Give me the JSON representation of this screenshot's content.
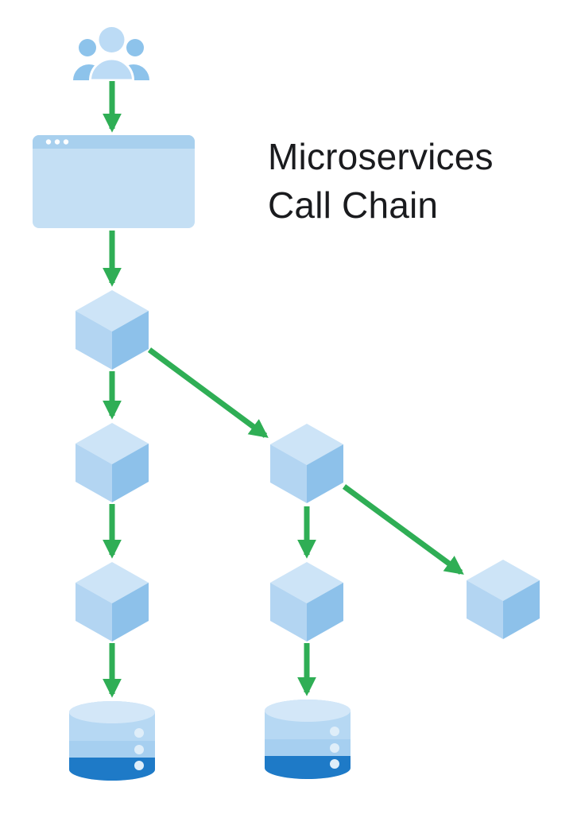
{
  "title": {
    "line1": "Microservices",
    "line2": "Call Chain"
  },
  "colors": {
    "background": "#ffffff",
    "title_text": "#1a1b1e",
    "arrow": "#2fae55",
    "cube_top": "#cde4f7",
    "cube_left": "#b3d5f2",
    "cube_right": "#8dc1ea",
    "browser_body": "#c4dff4",
    "browser_header": "#a8d0ee",
    "browser_dot": "#ffffff",
    "person_front": "#bcdbf5",
    "person_back": "#8dc3eb",
    "person_outline": "#ffffff",
    "db_top": "#d3e7f8",
    "db_band1": "#b6d8f3",
    "db_band2": "#a6cff0",
    "db_band3": "#1e7ac7",
    "db_dot": "#dfeef9"
  },
  "diagram": {
    "nodes": [
      {
        "id": "users",
        "kind": "users-group",
        "icon": "users-icon"
      },
      {
        "id": "client",
        "kind": "browser-window",
        "icon": "browser-window-icon"
      },
      {
        "id": "service-a",
        "kind": "service",
        "icon": "cube-icon"
      },
      {
        "id": "service-b",
        "kind": "service",
        "icon": "cube-icon"
      },
      {
        "id": "service-c",
        "kind": "service",
        "icon": "cube-icon"
      },
      {
        "id": "service-d",
        "kind": "service",
        "icon": "cube-icon"
      },
      {
        "id": "service-e",
        "kind": "service",
        "icon": "cube-icon"
      },
      {
        "id": "service-f",
        "kind": "service",
        "icon": "cube-icon"
      },
      {
        "id": "database-1",
        "kind": "database",
        "icon": "database-icon"
      },
      {
        "id": "database-2",
        "kind": "database",
        "icon": "database-icon"
      }
    ],
    "edges": [
      {
        "from": "users",
        "to": "client"
      },
      {
        "from": "client",
        "to": "service-a"
      },
      {
        "from": "service-a",
        "to": "service-b"
      },
      {
        "from": "service-a",
        "to": "service-d"
      },
      {
        "from": "service-b",
        "to": "service-c"
      },
      {
        "from": "service-c",
        "to": "database-1"
      },
      {
        "from": "service-d",
        "to": "service-e"
      },
      {
        "from": "service-d",
        "to": "service-f"
      },
      {
        "from": "service-e",
        "to": "database-2"
      }
    ]
  }
}
